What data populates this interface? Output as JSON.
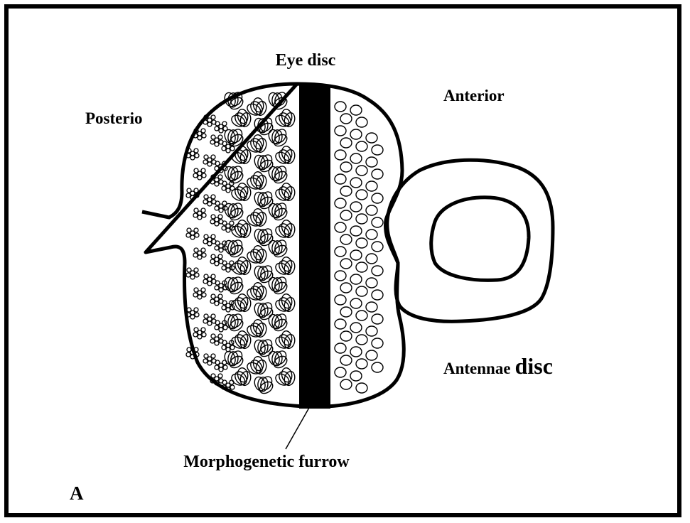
{
  "labels": {
    "eye_disc": "Eye disc",
    "posterior": "Posterio",
    "anterior": "Anterior",
    "antennae_word": "Antennae",
    "disc_word": "disc",
    "furrow": "Morphogenetic furrow",
    "panel": "A"
  },
  "colors": {
    "ink": "#000000",
    "background": "#ffffff"
  },
  "icons": {
    "developing_cluster": "fan-cluster-icon",
    "precluster": "rosette-icon",
    "undifferentiated_cell": "circle-icon"
  }
}
